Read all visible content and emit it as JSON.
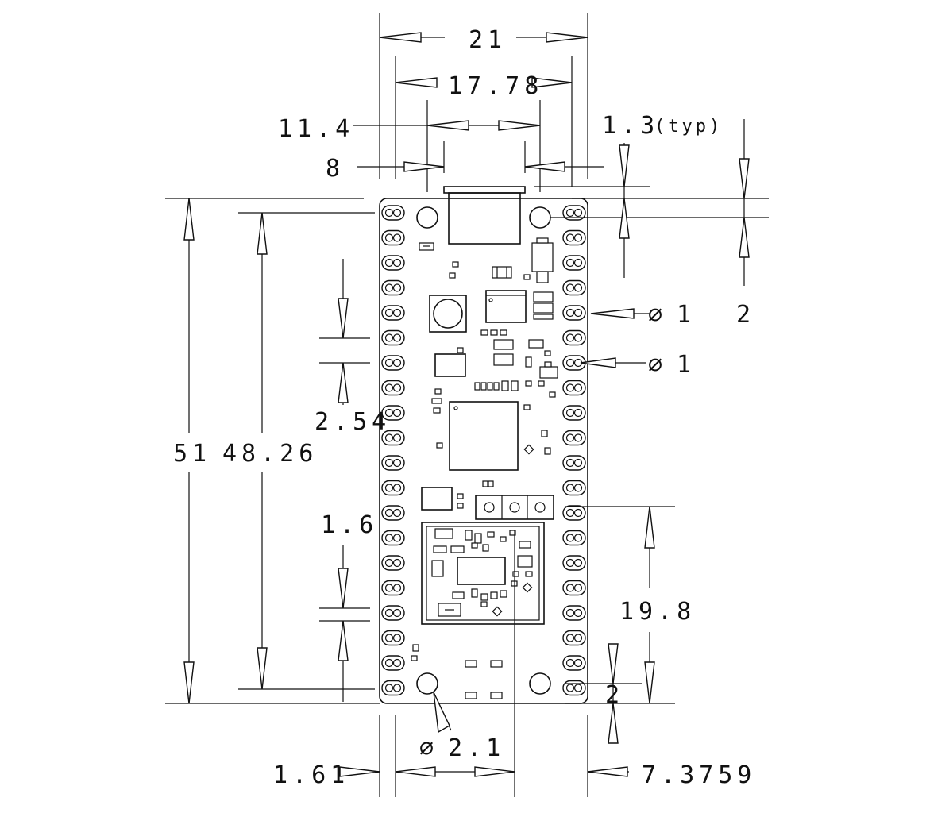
{
  "dimensions": {
    "width_overall": "21",
    "pin_spacing_width": "17.78",
    "hole_spacing_width": "11.4",
    "usb_width": "8",
    "usb_overhang": "1.3",
    "usb_overhang_note": "(typ)",
    "hole_offset_top": "2",
    "hole_dia_1": "1",
    "hole_dia_2": "1",
    "length_overall": "51",
    "hole_spacing_length": "48.26",
    "pin_pitch": "2.54",
    "pcb_thickness": "1.6",
    "debug_offset": "19.8",
    "hole_offset_bottom": "2",
    "mount_hole_dia": "2.1",
    "edge_offset_left": "1.61",
    "debug_offset_right": "7.3759"
  },
  "symbols": {
    "diameter": "∅"
  }
}
